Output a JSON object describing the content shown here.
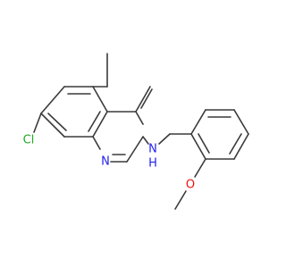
{
  "molecule": {
    "atoms": {
      "chlorine": "Cl",
      "ring_nitrogen": "N",
      "amine_nitrogen": "N",
      "amine_hydrogen": "H",
      "ether_oxygen": "O"
    },
    "colors": {
      "bond": "#3a3a3a",
      "nitrogen": "#2222ee",
      "oxygen": "#ee1111",
      "chlorine": "#22aa22",
      "background": "#ffffff"
    }
  }
}
